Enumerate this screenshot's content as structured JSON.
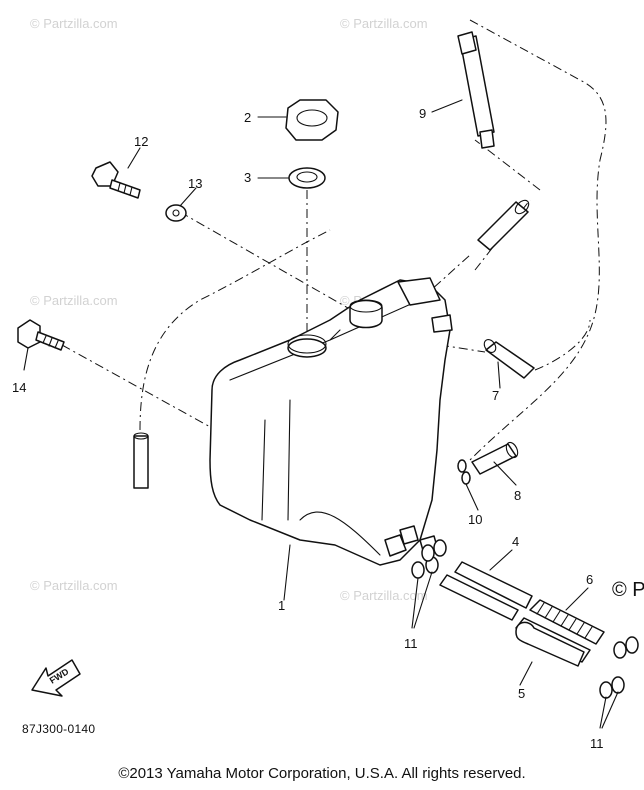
{
  "diagram": {
    "part_numbers": [
      "1",
      "2",
      "3",
      "4",
      "5",
      "6",
      "7",
      "8",
      "9",
      "10",
      "11",
      "11",
      "12",
      "13",
      "14"
    ],
    "drawing_code": "87J300-0140",
    "fwd_label": "FWD",
    "watermark": "© Partzilla.com",
    "watermark_edge": "© P",
    "copyright": "©2013  Yamaha Motor Corporation, U.S.A. All rights reserved."
  }
}
